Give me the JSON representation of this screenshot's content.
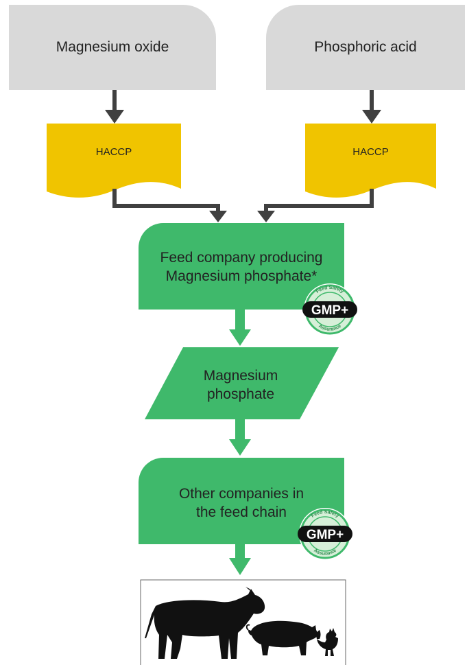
{
  "sources": {
    "left_label": "Magnesium oxide",
    "right_label": "Phosphoric acid"
  },
  "haccp": {
    "left_label": "HACCP",
    "right_label": "HACCP"
  },
  "processes": {
    "producer_line1": "Feed company producing",
    "producer_line2": "Magnesium phosphate*",
    "product_line1": "Magnesium",
    "product_line2": "phosphate",
    "downstream_line1": "Other companies in",
    "downstream_line2": "the feed chain"
  },
  "badges": {
    "badge_text": "GMP+",
    "ring_top": "Feed Safety",
    "ring_bottom": "Assurance"
  },
  "colors": {
    "source_gray": "#d9d9d9",
    "haccp_yellow": "#f0c400",
    "process_green": "#3fb96b",
    "connector_dark": "#404040",
    "connector_green": "#3fb96b"
  },
  "icons": {
    "animals": "livestock-silhouettes-icon"
  }
}
